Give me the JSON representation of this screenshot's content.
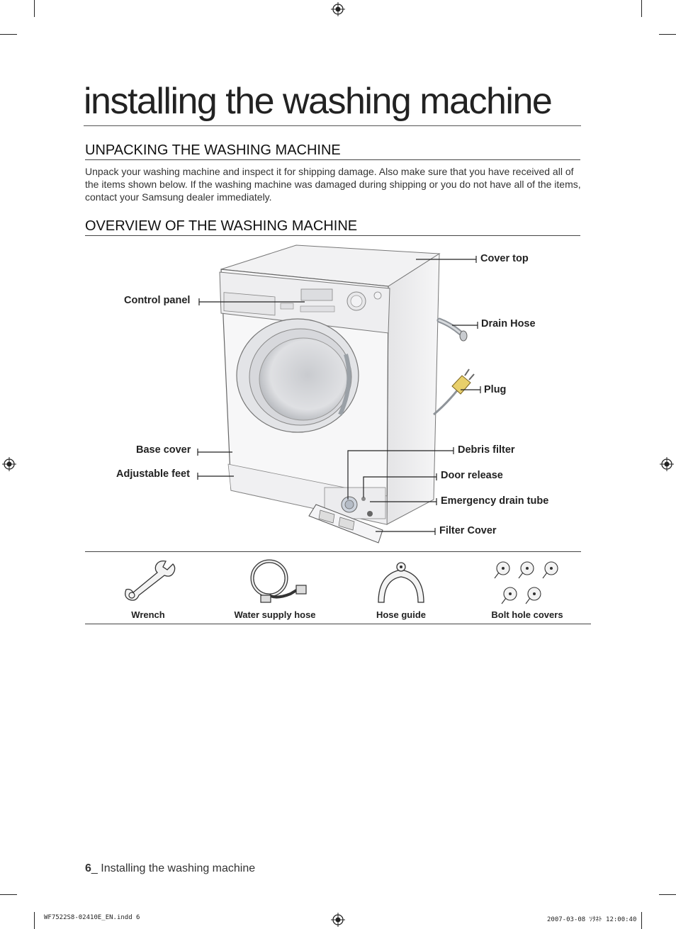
{
  "chapter_title": "installing the washing machine",
  "sections": {
    "unpacking": {
      "heading": "UNPACKING THE WASHING MACHINE",
      "body": "Unpack your washing machine and inspect it for shipping damage. Also make sure that you have received all of the items shown below. If the washing machine was damaged during shipping or you do not have all of the items, contact your Samsung dealer immediately."
    },
    "overview": {
      "heading": "OVERVIEW OF THE WASHING MACHINE",
      "labels": {
        "cover_top": "Cover top",
        "control_panel": "Control panel",
        "drain_hose": "Drain Hose",
        "plug": "Plug",
        "base_cover": "Base cover",
        "debris_filter": "Debris filter",
        "adjustable_feet": "Adjustable feet",
        "door_release": "Door release",
        "emergency_drain_tube": "Emergency drain tube",
        "filter_cover": "Filter Cover"
      }
    }
  },
  "accessories": [
    "Wrench",
    "Water supply hose",
    "Hose guide",
    "Bolt hole covers"
  ],
  "footer": {
    "page_number": "6",
    "page_title": "_ Installing the washing machine"
  },
  "slug": {
    "file": "WF7522S8-02410E_EN.indd   6",
    "date": "2007-03-08   ｿﾀﾈﾄ 12:00:40"
  }
}
